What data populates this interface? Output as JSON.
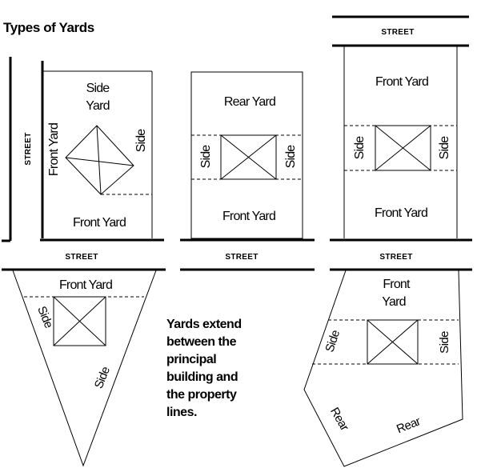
{
  "title": "Types of Yards",
  "note": [
    "Yards extend",
    "between the",
    "principal",
    "building and",
    "the property",
    "lines."
  ],
  "streets": {
    "street": "STREET"
  },
  "lots": {
    "corner": {
      "side_yard": [
        "Side",
        "Yard"
      ],
      "front_yard_left": "Front Yard",
      "side": "Side",
      "front_yard_bottom": "Front Yard"
    },
    "interior": {
      "rear_yard": "Rear Yard",
      "side_left": "Side",
      "side_right": "Side",
      "front_yard": "Front Yard"
    },
    "through": {
      "front_yard_top": "Front Yard",
      "side_left": "Side",
      "side_right": "Side",
      "front_yard_bottom": "Front Yard"
    },
    "triangular": {
      "front_yard": "Front Yard",
      "side_top": "Side",
      "side_bottom": "Side"
    },
    "irregular": {
      "front_yard": [
        "Front",
        "Yard"
      ],
      "side_left": "Side",
      "side_right": "Side",
      "rear_left": "Rear",
      "rear_right": "Rear"
    }
  }
}
